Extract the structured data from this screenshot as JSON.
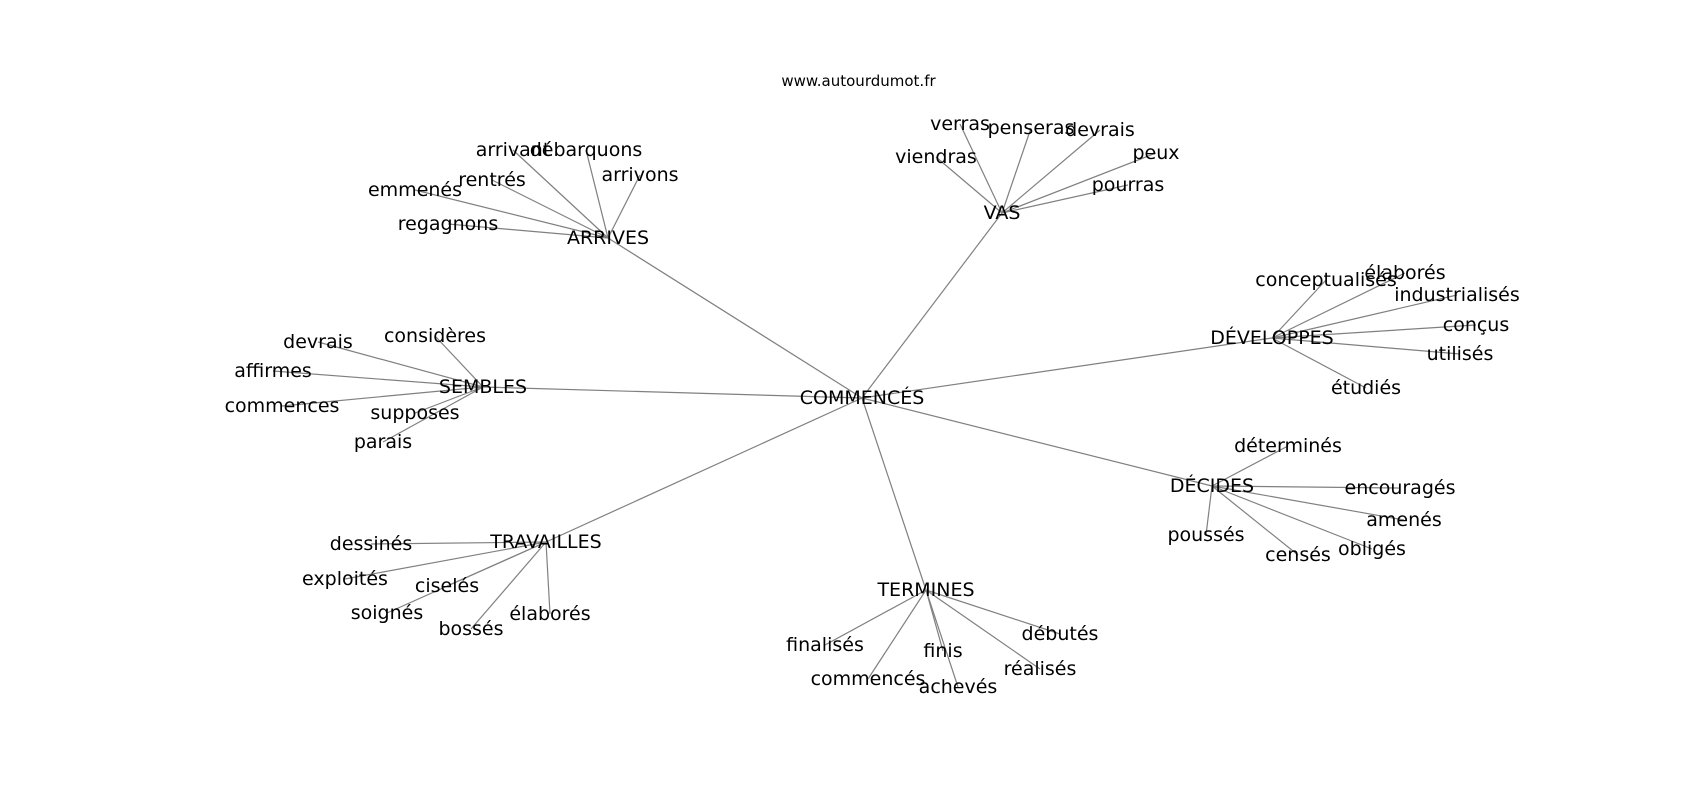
{
  "watermark": "www.autourdumot.fr",
  "edge_color": "#808080",
  "text_color": "#000000",
  "graph": {
    "center": "COMMENCÉS",
    "hubs": [
      {
        "id": "arrives",
        "label": "ARRIVES",
        "leaves": [
          "arrivant",
          "débarquons",
          "rentrés",
          "arrivons",
          "emmenés",
          "regagnons"
        ]
      },
      {
        "id": "vas",
        "label": "VAS",
        "leaves": [
          "verras",
          "penseras",
          "devrais",
          "viendras",
          "peux",
          "pourras"
        ]
      },
      {
        "id": "developpes",
        "label": "DÉVELOPPES",
        "leaves": [
          "conceptualisés",
          "élaborés",
          "industrialisés",
          "conçus",
          "utilisés",
          "étudiés"
        ]
      },
      {
        "id": "decides",
        "label": "DÉCIDES",
        "leaves": [
          "déterminés",
          "encouragés",
          "amenés",
          "poussés",
          "censés",
          "obligés"
        ]
      },
      {
        "id": "termines",
        "label": "TERMINES",
        "leaves": [
          "débutés",
          "finalisés",
          "finis",
          "réalisés",
          "commencés",
          "achevés"
        ]
      },
      {
        "id": "travailles",
        "label": "TRAVAILLES",
        "leaves": [
          "dessinés",
          "exploités",
          "ciselés",
          "soignés",
          "bossés",
          "élaborés"
        ]
      },
      {
        "id": "sembles",
        "label": "SEMBLES",
        "leaves": [
          "devrais",
          "considères",
          "affirmes",
          "commences",
          "supposes",
          "parais"
        ]
      }
    ]
  }
}
